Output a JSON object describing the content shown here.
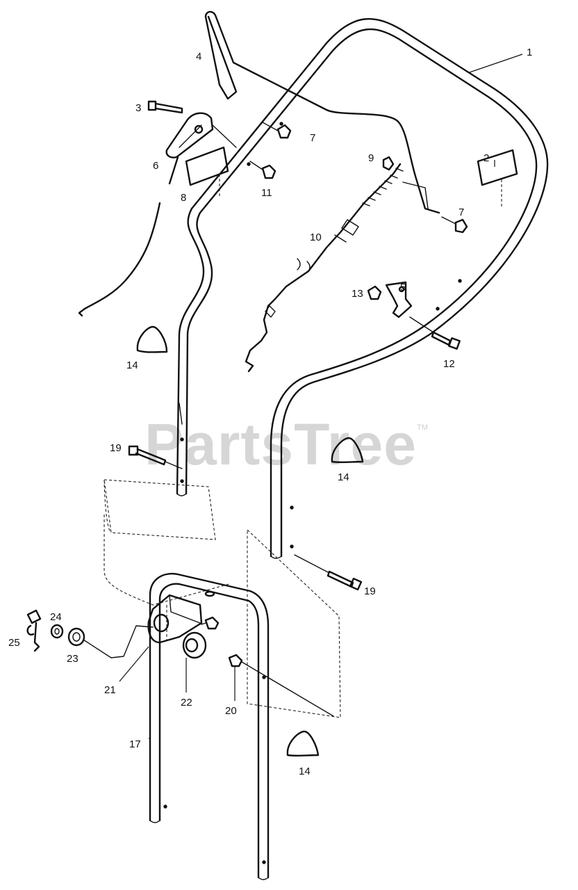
{
  "watermark": {
    "text": "PartsTree",
    "mark": "TM"
  },
  "callouts": [
    {
      "id": "c1",
      "label": "1"
    },
    {
      "id": "c2",
      "label": "2"
    },
    {
      "id": "c3",
      "label": "3"
    },
    {
      "id": "c4",
      "label": "4"
    },
    {
      "id": "c5",
      "label": "5"
    },
    {
      "id": "c6",
      "label": "6"
    },
    {
      "id": "c7a",
      "label": "7"
    },
    {
      "id": "c7b",
      "label": "7"
    },
    {
      "id": "c8",
      "label": "8"
    },
    {
      "id": "c9",
      "label": "9"
    },
    {
      "id": "c10",
      "label": "10"
    },
    {
      "id": "c11",
      "label": "11"
    },
    {
      "id": "c12",
      "label": "12"
    },
    {
      "id": "c13",
      "label": "13"
    },
    {
      "id": "c14a",
      "label": "14"
    },
    {
      "id": "c14b",
      "label": "14"
    },
    {
      "id": "c14c",
      "label": "14"
    },
    {
      "id": "c17",
      "label": "17"
    },
    {
      "id": "c19a",
      "label": "19"
    },
    {
      "id": "c19b",
      "label": "19"
    },
    {
      "id": "c20",
      "label": "20"
    },
    {
      "id": "c21",
      "label": "21"
    },
    {
      "id": "c22",
      "label": "22"
    },
    {
      "id": "c23",
      "label": "23"
    },
    {
      "id": "c24",
      "label": "24"
    },
    {
      "id": "c25",
      "label": "25"
    }
  ]
}
